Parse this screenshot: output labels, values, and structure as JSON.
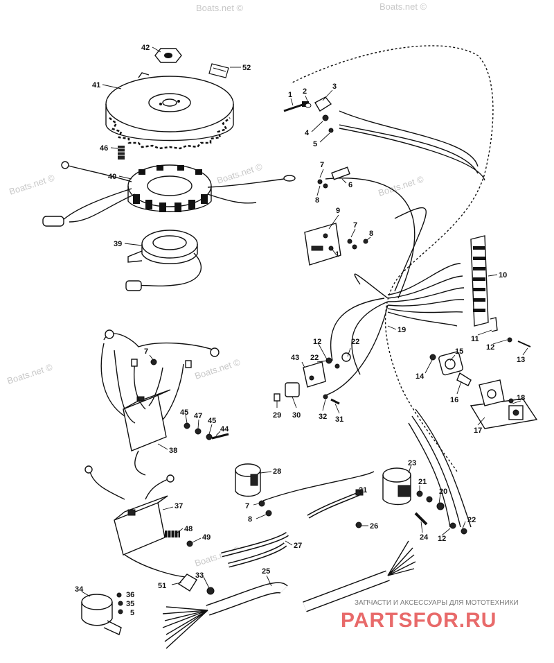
{
  "watermarks": [
    "Boats.net ©",
    "Boats.net ©",
    "Boats.net ©",
    "Boats.net ©",
    "Boats.net ©",
    "Boats.net ©",
    "Boats.net ©",
    "Boats.net ©"
  ],
  "brand": {
    "tagline": "ЗАПЧАСТИ И АКСЕССУАРЫ ДЛЯ МОТОТЕХНИКИ",
    "logo": "PARTSFOR.RU"
  },
  "callouts": {
    "c42": "42",
    "c52": "52",
    "c41": "41",
    "c46": "46",
    "c40": "40",
    "c39": "39",
    "c1a": "1",
    "c2": "2",
    "c3": "3",
    "c4": "4",
    "c5a": "5",
    "c7a": "7",
    "c6": "6",
    "c8a": "8",
    "c9": "9",
    "c7b": "7",
    "c8b": "8",
    "c1b": "1",
    "c10": "10",
    "c11": "11",
    "c12a": "12",
    "c13": "13",
    "c19": "19",
    "c12b": "12",
    "c22a": "22",
    "c43": "43",
    "c22b": "22",
    "c15": "15",
    "c14": "14",
    "c16": "16",
    "c18": "18",
    "c17": "17",
    "c29": "29",
    "c30": "30",
    "c32": "32",
    "c31": "31",
    "c7c": "7",
    "c45a": "45",
    "c47": "47",
    "c45b": "45",
    "c44": "44",
    "c38": "38",
    "c28": "28",
    "c7d": "7",
    "c8c": "8",
    "c23": "23",
    "c21a": "21",
    "c21b": "21",
    "c20": "20",
    "c26": "26",
    "c24": "24",
    "c12c": "12",
    "c22c": "22",
    "c37": "37",
    "c48": "48",
    "c49": "49",
    "c27": "27",
    "c51": "51",
    "c33": "33",
    "c25": "25",
    "c34": "34",
    "c36": "36",
    "c35": "35",
    "c5b": "5"
  }
}
